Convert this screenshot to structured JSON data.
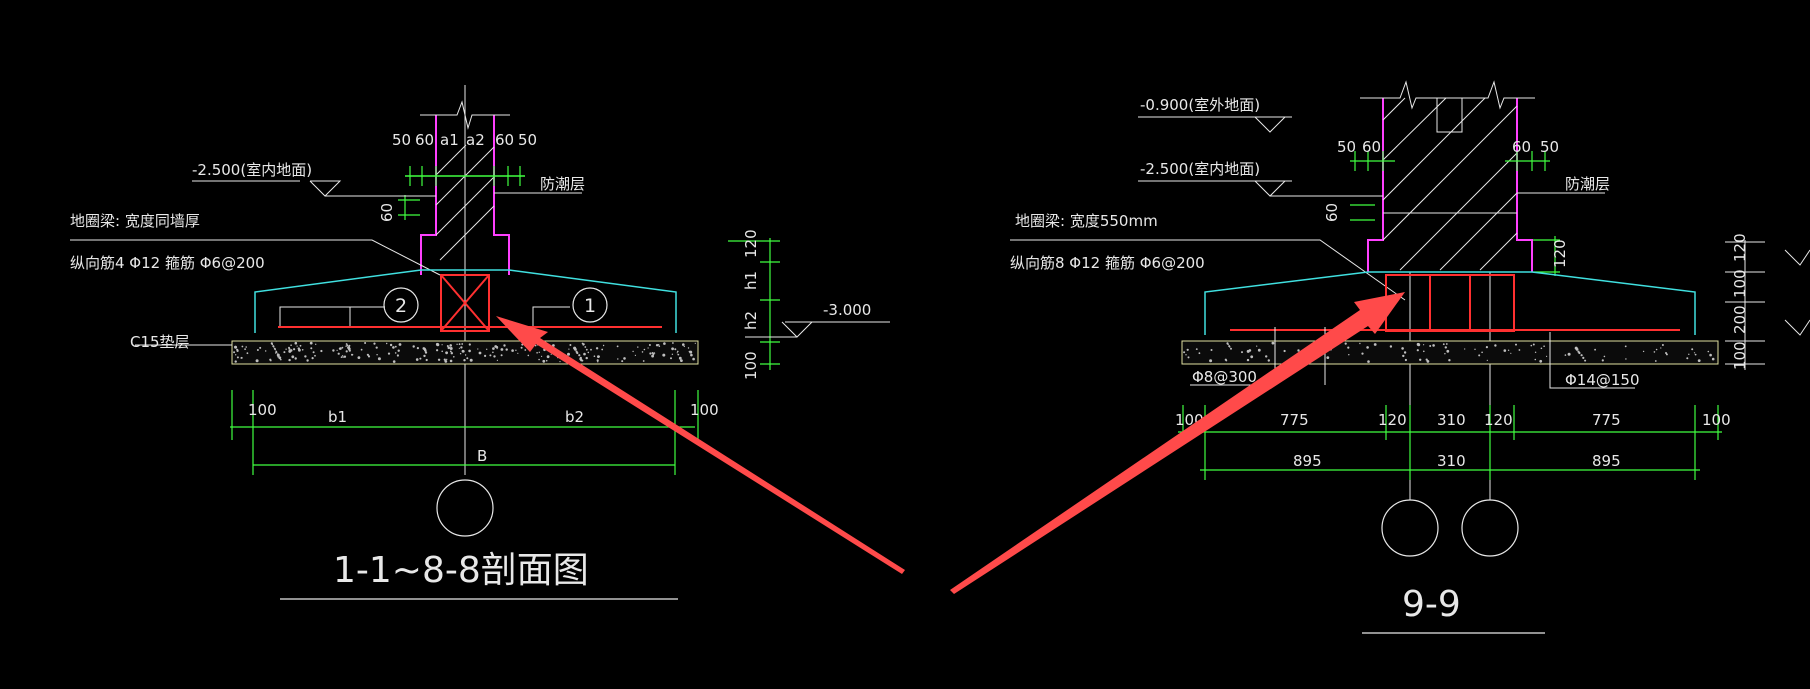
{
  "colors": {
    "background": "#000000",
    "outline": "#ffffff",
    "wall": "#ff40ff",
    "dim": "#40ff40",
    "footing": "#40e0e0",
    "rebar": "#ff3030",
    "arrow": "#ff4a4a"
  },
  "left": {
    "title": "1-1~8-8剖面图",
    "dim_top": [
      "50",
      "60",
      "a1",
      "a2",
      "60",
      "50"
    ],
    "elev_indoor": "-2.500(室内地面)",
    "damp_layer": "防潮层",
    "dim_60": "60",
    "beam_line1": "地圈梁: 宽度同墙厚",
    "beam_line2": "纵向筋4 Φ12      箍筋 Φ6@200",
    "bar_mark_1": "1",
    "bar_mark_2": "2",
    "cushion": "C15垫层",
    "elev_bottom": "-3.000",
    "dim_right": [
      "120",
      "h1",
      "h2",
      "100"
    ],
    "dim_bottom_row1": [
      "100",
      "b1",
      "b2",
      "100"
    ],
    "dim_bottom_row2": "B"
  },
  "right": {
    "title": "9-9",
    "elev_outdoor": "-0.900(室外地面)",
    "elev_indoor": "-2.500(室内地面)",
    "dim_top_left": [
      "50",
      "60"
    ],
    "dim_top_right": [
      "60",
      "50"
    ],
    "damp_layer": "防潮层",
    "dim_60": "60",
    "dim_120": "120",
    "beam_line1": "地圈梁: 宽度550mm",
    "beam_line2": "纵向筋8 Φ12      箍筋 Φ6@200",
    "rebar_left": "Φ8@300",
    "rebar_right": "Φ14@150",
    "dim_right": [
      "120",
      "100",
      "200",
      "100"
    ],
    "dim_bottom_row1": [
      "100",
      "775",
      "120",
      "310",
      "120",
      "775",
      "100"
    ],
    "dim_bottom_row2": [
      "895",
      "310",
      "895"
    ]
  }
}
